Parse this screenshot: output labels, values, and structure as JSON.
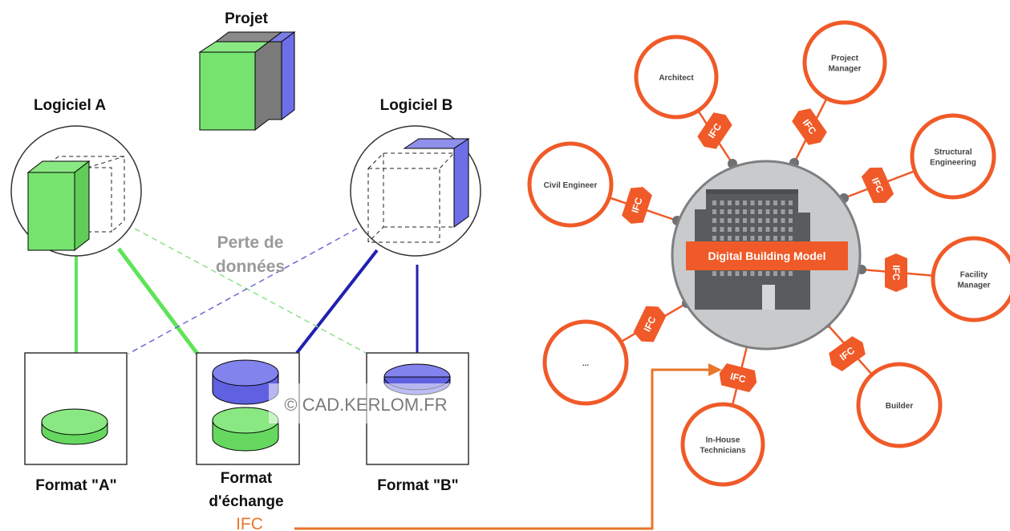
{
  "left_diagram": {
    "title": "Projet",
    "software_a": "Logiciel A",
    "software_b": "Logiciel B",
    "data_loss_line1": "Perte de",
    "data_loss_line2": "données",
    "format_a": "Format \"A\"",
    "format_b": "Format \"B\"",
    "format_exchange_line1": "Format",
    "format_exchange_line2": "d'échange",
    "ifc_label": "IFC",
    "watermark": "© CAD.KERLOM.FR",
    "colors": {
      "green": "#77e36f",
      "blue": "#6d6ee8",
      "dark_blue": "#2020b0",
      "gray": "#7a7a7a",
      "orange_arrow": "#e8762b"
    }
  },
  "right_diagram": {
    "center_label": "Digital Building Model",
    "badge_text": "IFC",
    "accent": "#f05a28",
    "hub_fill": "#c8cacb",
    "nodes": [
      {
        "label_lines": [
          "Architect"
        ]
      },
      {
        "label_lines": [
          "Project",
          "Manager"
        ]
      },
      {
        "label_lines": [
          "Structural",
          "Engineering"
        ]
      },
      {
        "label_lines": [
          "Facility",
          "Manager"
        ]
      },
      {
        "label_lines": [
          "Builder"
        ]
      },
      {
        "label_lines": [
          "In-House",
          "Technicians"
        ]
      },
      {
        "label_lines": [
          "..."
        ]
      },
      {
        "label_lines": [
          "Civil Engineer"
        ]
      }
    ]
  }
}
